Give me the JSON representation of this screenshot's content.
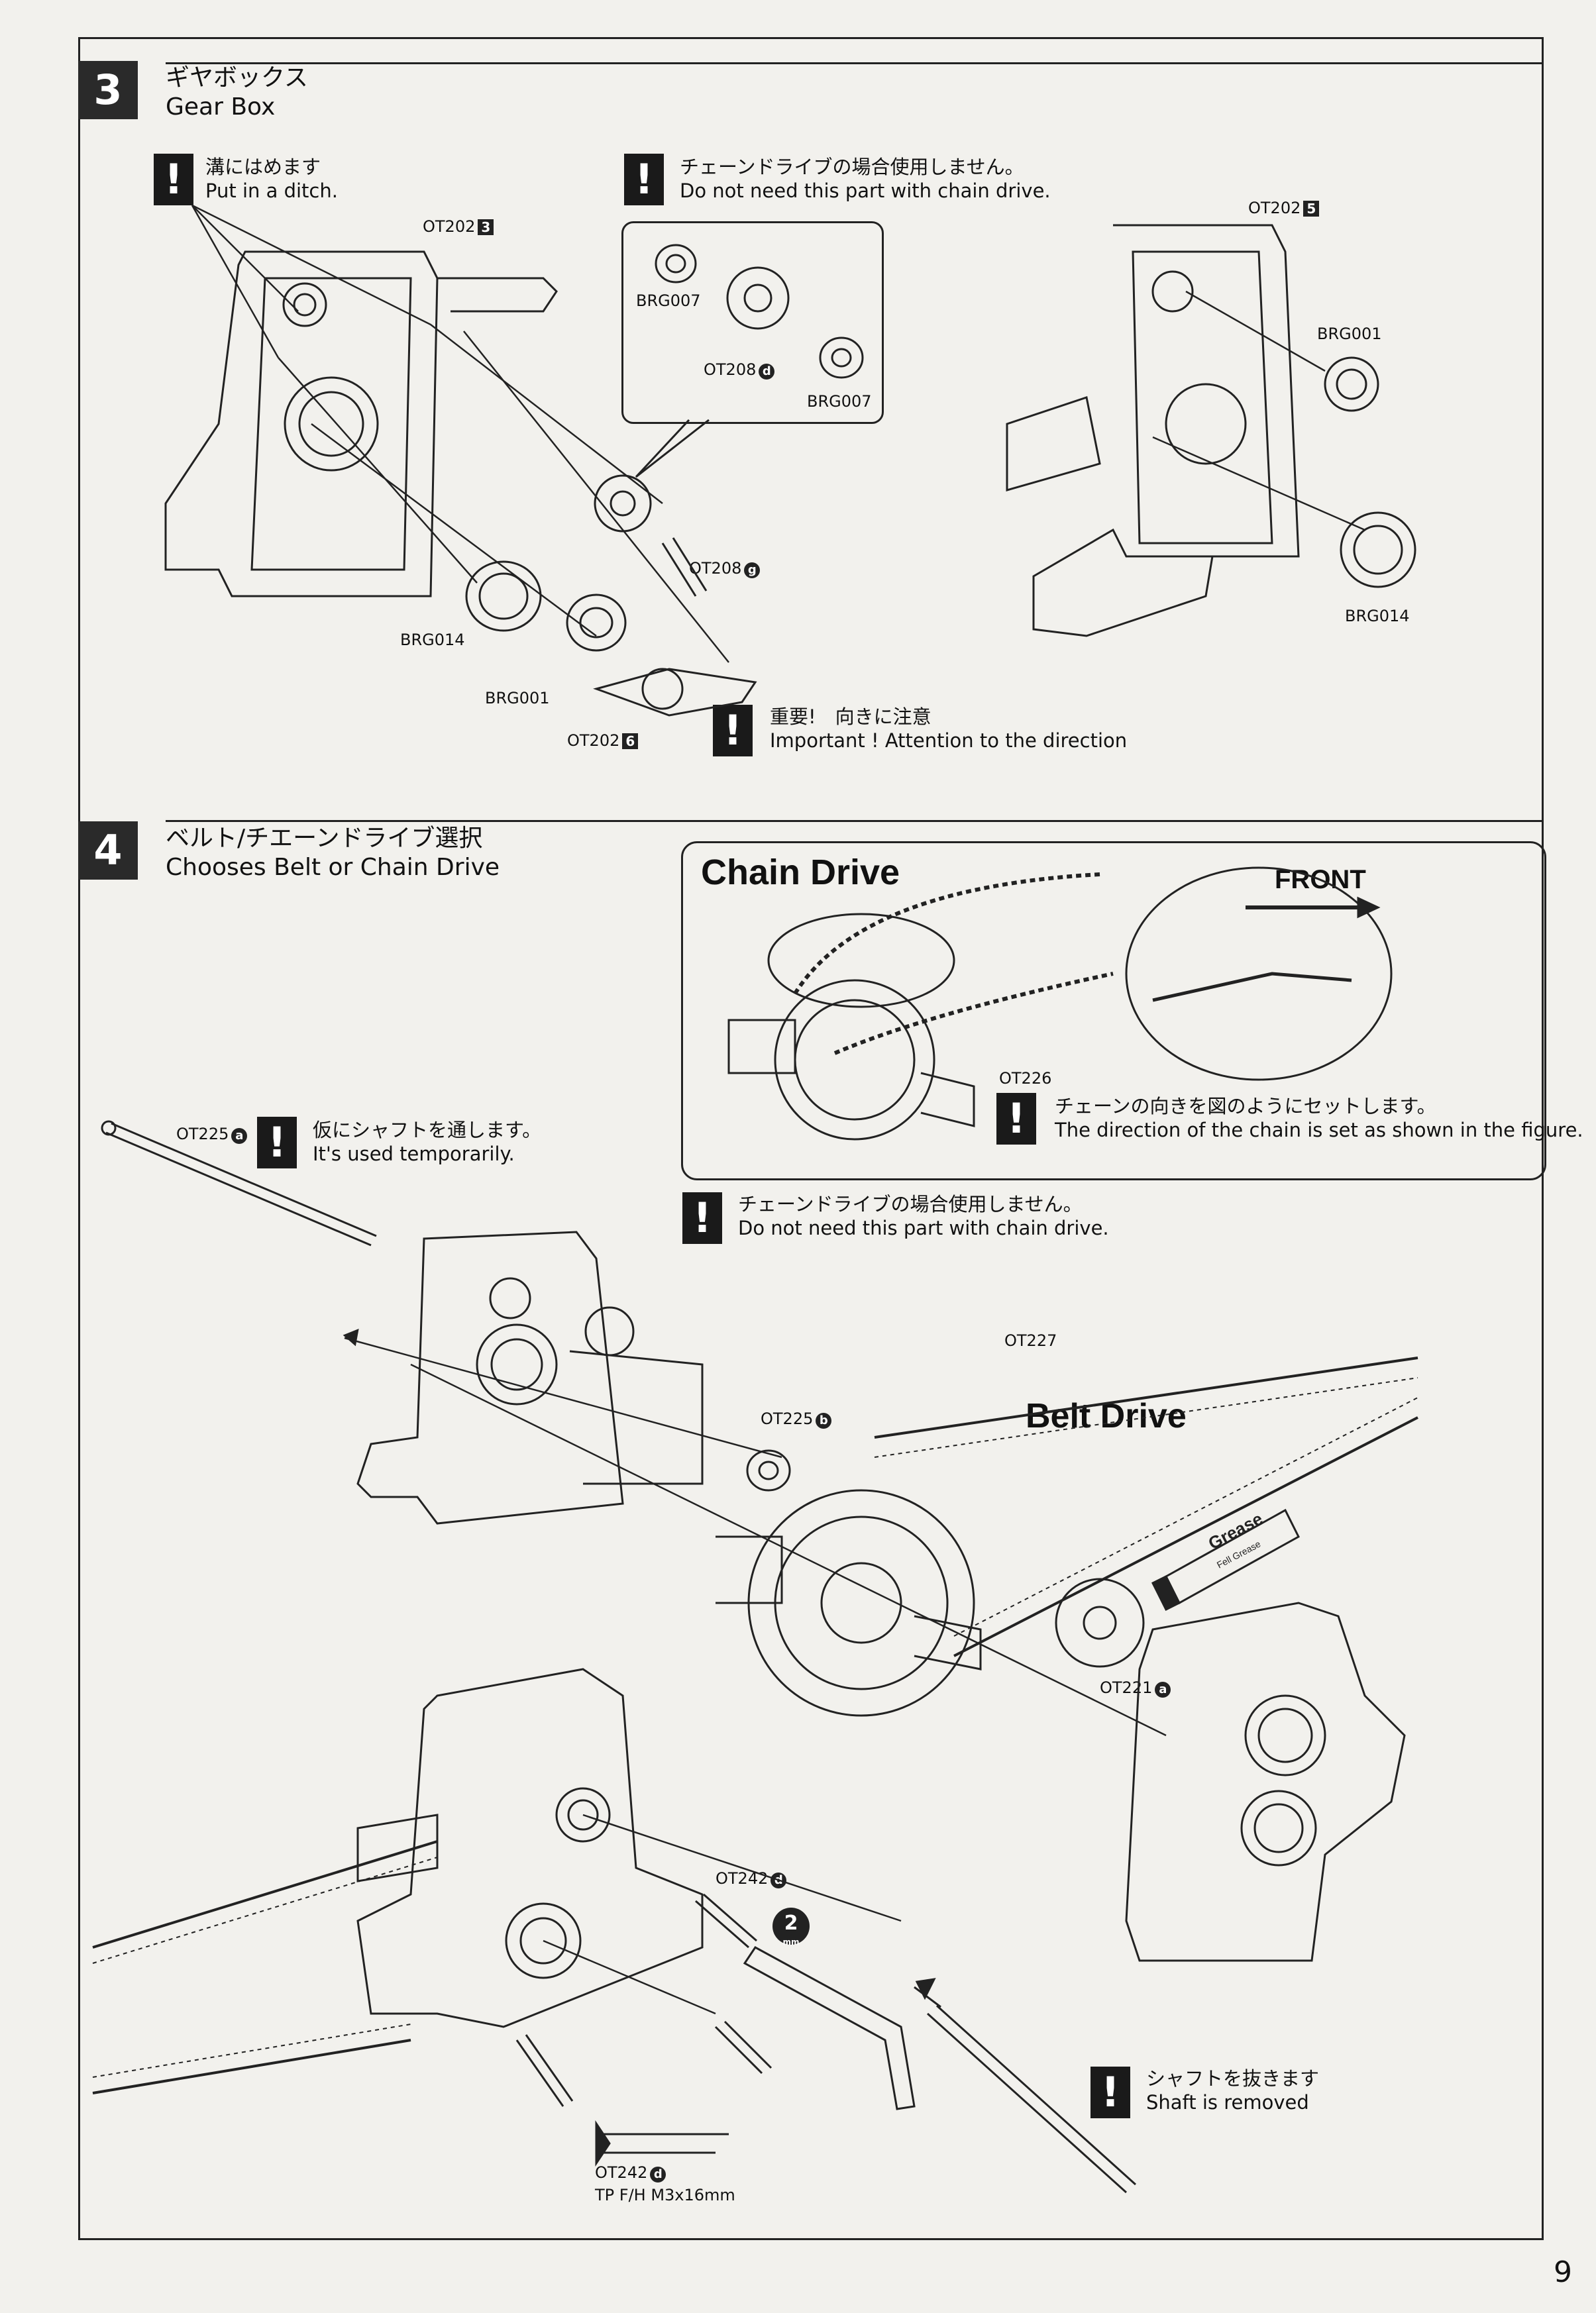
{
  "page_number": "9",
  "step3": {
    "number": "3",
    "title_ja": "ギヤボックス",
    "title_en": "Gear Box",
    "notes": {
      "ditch_ja": "溝にはめます",
      "ditch_en": "Put in a ditch.",
      "chain_ja": "チェーンドライブの場合使用しません。",
      "chain_en": "Do not need this part with chain drive.",
      "important_ja": "重要!　向きに注意",
      "important_en": "Important ! Attention to the direction"
    },
    "labels": {
      "ot202_3": "OT202",
      "ot202_3_badge": "3",
      "ot202_5": "OT202",
      "ot202_5_badge": "5",
      "ot202_6": "OT202",
      "ot202_6_badge": "6",
      "brg007_a": "BRG007",
      "brg007_b": "BRG007",
      "ot208_d": "OT208",
      "ot208_d_badge": "d",
      "ot208_g": "OT208",
      "ot208_g_badge": "g",
      "brg014_left": "BRG014",
      "brg001_left": "BRG001",
      "brg001_right": "BRG001",
      "brg014_right": "BRG014"
    }
  },
  "step4": {
    "number": "4",
    "title_ja": "ベルト/チエーンドライブ選択",
    "title_en": "Chooses Belt or Chain Drive",
    "chain_drive_title": "Chain Drive",
    "front_label": "FRONT",
    "belt_drive_title": "Belt Drive",
    "notes": {
      "chain_dir_ja": "チェーンの向きを図のようにセットします。",
      "chain_dir_en": "The direction of the chain is set as shown in the figure.",
      "temp_ja": "仮にシャフトを通します。",
      "temp_en": "It's used temporarily.",
      "chain_ja": "チェーンドライブの場合使用しません。",
      "chain_en": "Do not need this part with chain drive.",
      "shaft_ja": "シャフトを抜きます",
      "shaft_en": "Shaft is removed"
    },
    "labels": {
      "ot226": "OT226",
      "ot225_a": "OT225",
      "ot225_a_badge": "a",
      "ot225_b": "OT225",
      "ot225_b_badge": "b",
      "ot227": "OT227",
      "ot221_a": "OT221",
      "ot221_a_badge": "a",
      "ot242_d_top": "OT242",
      "ot242_d_top_badge": "d",
      "ot242_d_bottom": "OT242",
      "ot242_d_bottom_badge": "d",
      "screw_spec": "TP F/H M3x16mm",
      "wrench_size": "2",
      "wrench_unit": "mm",
      "grease_brand": "Grease",
      "grease_sub": "Fell Grease"
    }
  }
}
